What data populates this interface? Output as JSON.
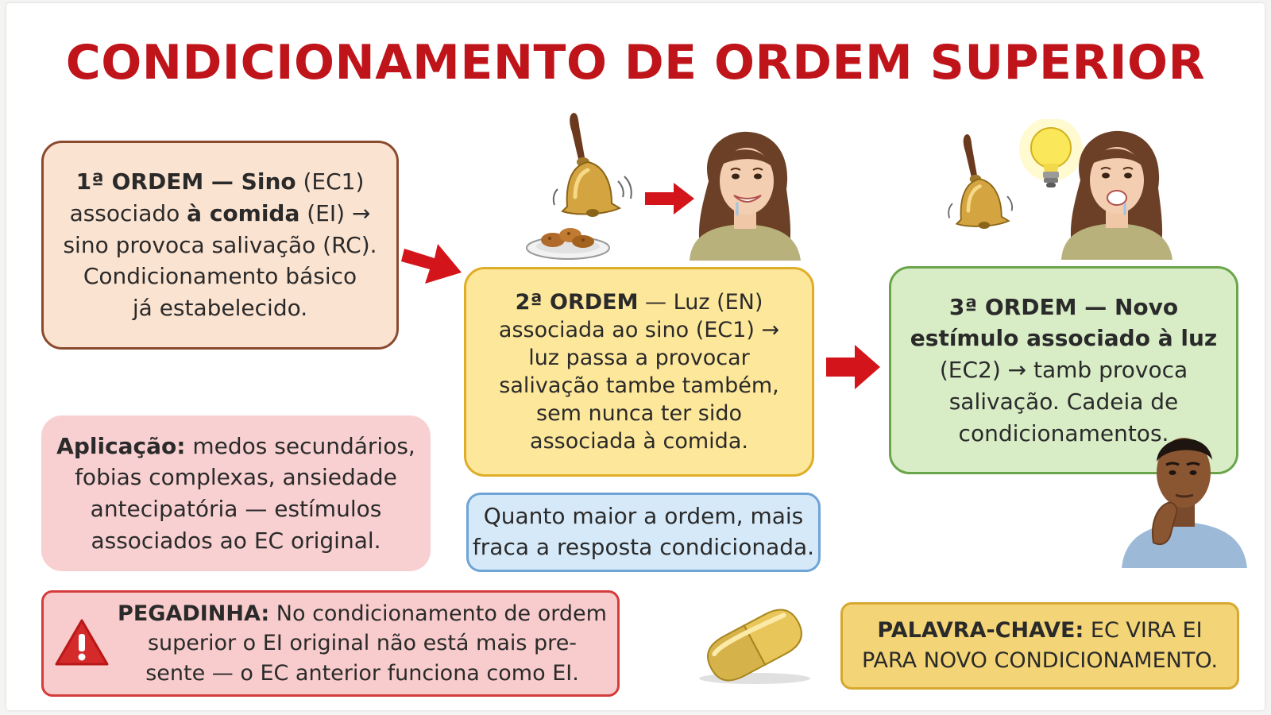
{
  "title": "CONDICIONAMENTO DE ORDEM SUPERIOR",
  "first_order": {
    "line1_bold_a": "1ª ORDEM — Sino",
    "line1_rest": " (EC1)",
    "line2_a": "associado ",
    "line2_bold": "à comida",
    "line2_rest": " (EI) →",
    "line3": "sino provoca salivação (RC).",
    "line4": "Condicionamento básico",
    "line5": "já estabelecido."
  },
  "second_order": {
    "line1_bold": "2ª ORDEM",
    "line1_rest": " — Luz (EN)",
    "line2": "associada ao sino (EC1) →",
    "line3": "luz passa a provocar",
    "line4": "salivação tambe também,",
    "line5": "sem nunca ter sido",
    "line6": "associada à comida."
  },
  "third_order": {
    "line1_bold": "3ª ORDEM — Novo",
    "line2_bold": "estímulo associado à luz",
    "line3": "(EC2) → tamb provoca",
    "line4": "salivação. Cadeia de",
    "line5": "condicionamentos."
  },
  "application": {
    "label": "Aplicação:",
    "line1_rest": " medos secundários,",
    "line2": "fobias complexas, ansiedade",
    "line3": "antecipatória — estímulos",
    "line4": "associados ao EC original."
  },
  "note": {
    "line1": "Quanto maior a ordem, mais",
    "line2": "fraca a resposta condicionada."
  },
  "trap": {
    "label": "PEGADINHA:",
    "line1_rest": " No condicionamento de ordem",
    "line2": "superior o EI original não está mais pre-",
    "line3": "sente — o EC anterior funciona como EI."
  },
  "keyword": {
    "label": "PALAVRA-CHAVE:",
    "line1_rest": " EC VIRA EI",
    "line2": "PARA NOVO CONDICIONAMENTO."
  },
  "colors": {
    "title": "#c0141b",
    "arrow": "#d4141b",
    "first_fill": "#fbe3d1",
    "second_fill": "#fde79a",
    "third_fill": "#d8edc6",
    "application_fill": "#f8d0d1",
    "note_fill": "#d6e9f8",
    "trap_fill": "#f8cccc",
    "keyword_fill": "#f3d577"
  },
  "icons": [
    "bell-icon",
    "food-plate-icon",
    "woman-salivating-icon",
    "light-bulb-icon",
    "thinking-man-icon",
    "warning-icon",
    "capsule-icon"
  ]
}
